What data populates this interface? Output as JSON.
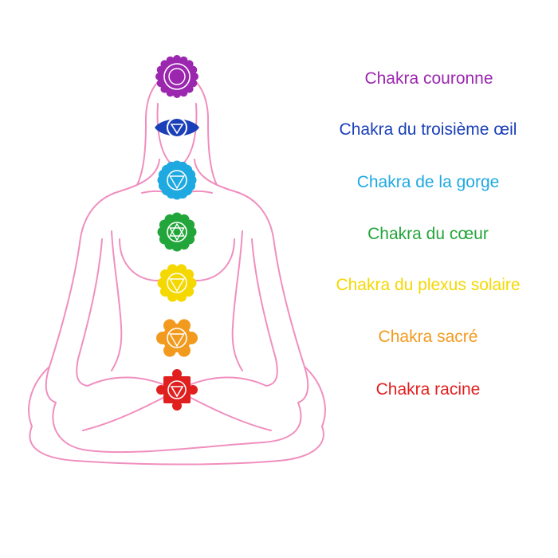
{
  "chakras": [
    {
      "name": "couronne",
      "label": "Chakra couronne",
      "color": "#9b27af",
      "symbol": "crown-lotus"
    },
    {
      "name": "troisieme-oeil",
      "label": "Chakra du troisième œil",
      "color": "#1a3fb8",
      "symbol": "eye-lotus"
    },
    {
      "name": "gorge",
      "label": "Chakra de la gorge",
      "color": "#1fa9e1",
      "symbol": "throat-lotus"
    },
    {
      "name": "coeur",
      "label": "Chakra du cœur",
      "color": "#22a53a",
      "symbol": "heart-lotus"
    },
    {
      "name": "plexus-solaire",
      "label": "Chakra du plexus solaire",
      "color": "#f5d800",
      "symbol": "solar-lotus"
    },
    {
      "name": "sacre",
      "label": "Chakra sacré",
      "color": "#f29a1d",
      "symbol": "sacral-lotus"
    },
    {
      "name": "racine",
      "label": "Chakra racine",
      "color": "#e01f1f",
      "symbol": "root-lotus"
    }
  ],
  "figure": {
    "outline_color": "#f08fbf",
    "description_name": "meditating-figure-outline"
  }
}
